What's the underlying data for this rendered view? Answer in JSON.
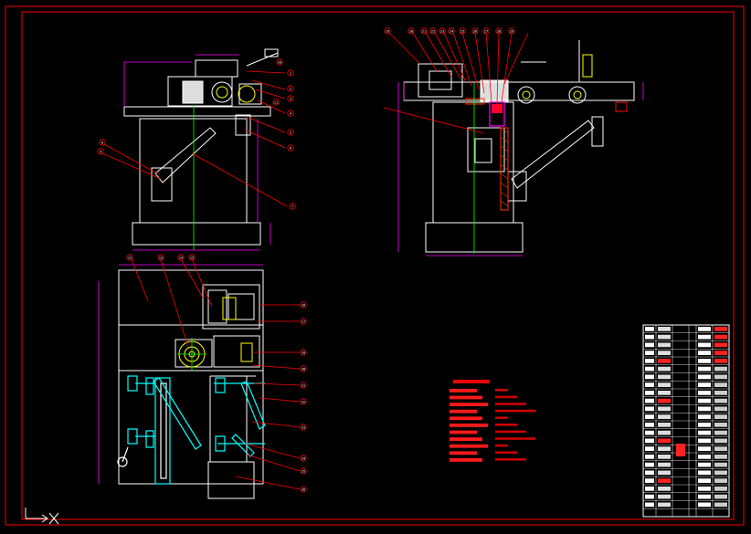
{
  "colors": {
    "background": "#000000",
    "frame": "#ff0000",
    "outline": "#ffffff",
    "dimension": "#ff00ff",
    "leader": "#ff0000",
    "centerline": "#00ff00",
    "yellow": "#ffff00",
    "cyan": "#00ffff",
    "notes": "#ff0000"
  },
  "ucs_icon": "ucs-axis-icon",
  "views": {
    "front": {
      "balloons": [
        "1",
        "2",
        "3",
        "4",
        "5",
        "6",
        "7",
        "8",
        "9",
        "10",
        "11"
      ]
    },
    "side": {
      "balloons": [
        "19",
        "20",
        "21",
        "22",
        "23",
        "24",
        "25",
        "26",
        "27",
        "28",
        "29"
      ]
    },
    "top": {
      "balloons": [
        "12",
        "13",
        "14",
        "15",
        "16",
        "17",
        "18",
        "30",
        "31",
        "32",
        "33",
        "34",
        "35",
        "36"
      ]
    }
  },
  "technical_notes": {
    "rows": [
      "",
      "",
      "",
      "",
      "",
      "",
      "",
      "",
      "",
      "",
      ""
    ]
  },
  "title_block": {
    "rows": 24
  }
}
